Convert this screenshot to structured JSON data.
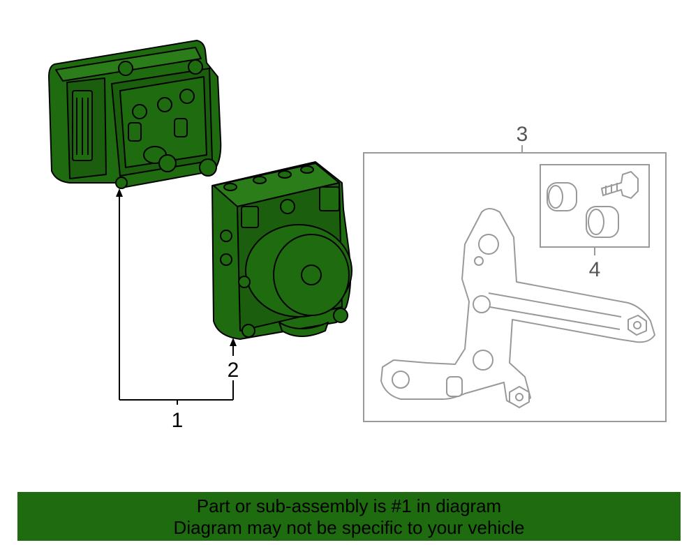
{
  "callouts": {
    "c1": "1",
    "c2": "2",
    "c3": "3",
    "c4": "4"
  },
  "banner": {
    "line1": "Part or sub-assembly is #1 in diagram",
    "line2": "Diagram may not be specific to your vehicle"
  },
  "colors": {
    "highlight_fill": "#1e6b10",
    "banner_bg": "#1e6b10",
    "grey_line": "#999999"
  }
}
